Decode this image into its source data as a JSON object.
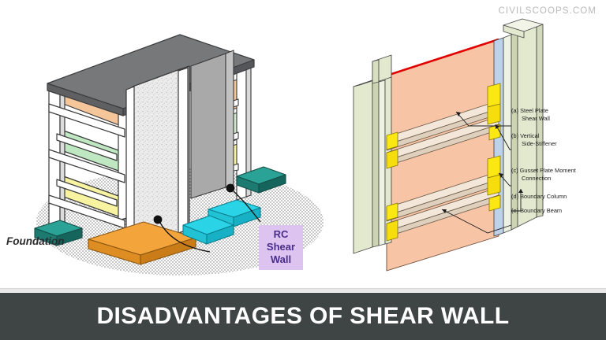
{
  "watermark": "CIVILSCOOPS.COM",
  "banner": {
    "title": "DISADVANTAGES OF SHEAR WALL"
  },
  "left_figure": {
    "name": "rc-shear-wall-building-diagram",
    "labels": {
      "foundation": "Foundation",
      "rc_shear_wall": "RC\nShear\nWall",
      "rc_shear_wall_line1": "RC",
      "rc_shear_wall_line2": "Shear",
      "rc_shear_wall_line3": "Wall"
    },
    "colors": {
      "roof_slab": "#77787a",
      "roof_slab_edge": "#4a4b4d",
      "shear_wall_face": "#e8e8e8",
      "shear_wall_side": "#9a9a9a",
      "frame_member": "#ffffff",
      "frame_outline": "#3a3a3a",
      "slab_orange": "#f5c69a",
      "slab_green": "#bfe8c2",
      "slab_yellow": "#f7f3a0",
      "foundation_teal": "#1f8a7e",
      "foundation_cyan": "#17cfe0",
      "foundation_orange": "#f0952a",
      "ground_stipple": "#b5b5b5"
    }
  },
  "right_figure": {
    "name": "steel-plate-shear-wall-diagram",
    "callouts": [
      {
        "key": "a",
        "line1": "(a) Steel Plate",
        "line2": "Shear Wall"
      },
      {
        "key": "b",
        "line1": "(b) Vertical",
        "line2": "Side-Stiffener"
      },
      {
        "key": "c",
        "line1": "(c) Gusset Plate Moment",
        "line2": "Connection"
      },
      {
        "key": "d",
        "line1": "(d) Boundary Column",
        "line2": ""
      },
      {
        "key": "e",
        "line1": "(e) Boundary Beam",
        "line2": ""
      }
    ],
    "colors": {
      "steel_plate": "#f7c5a6",
      "column_flange": "#e3e9cf",
      "column_shade": "#cdd5b4",
      "stiffener": "#bcd2ea",
      "gusset": "#fbe711",
      "beam": "#f3e7d9",
      "top_edge_highlight": "#e00000",
      "outline": "#3a3a3a"
    }
  }
}
